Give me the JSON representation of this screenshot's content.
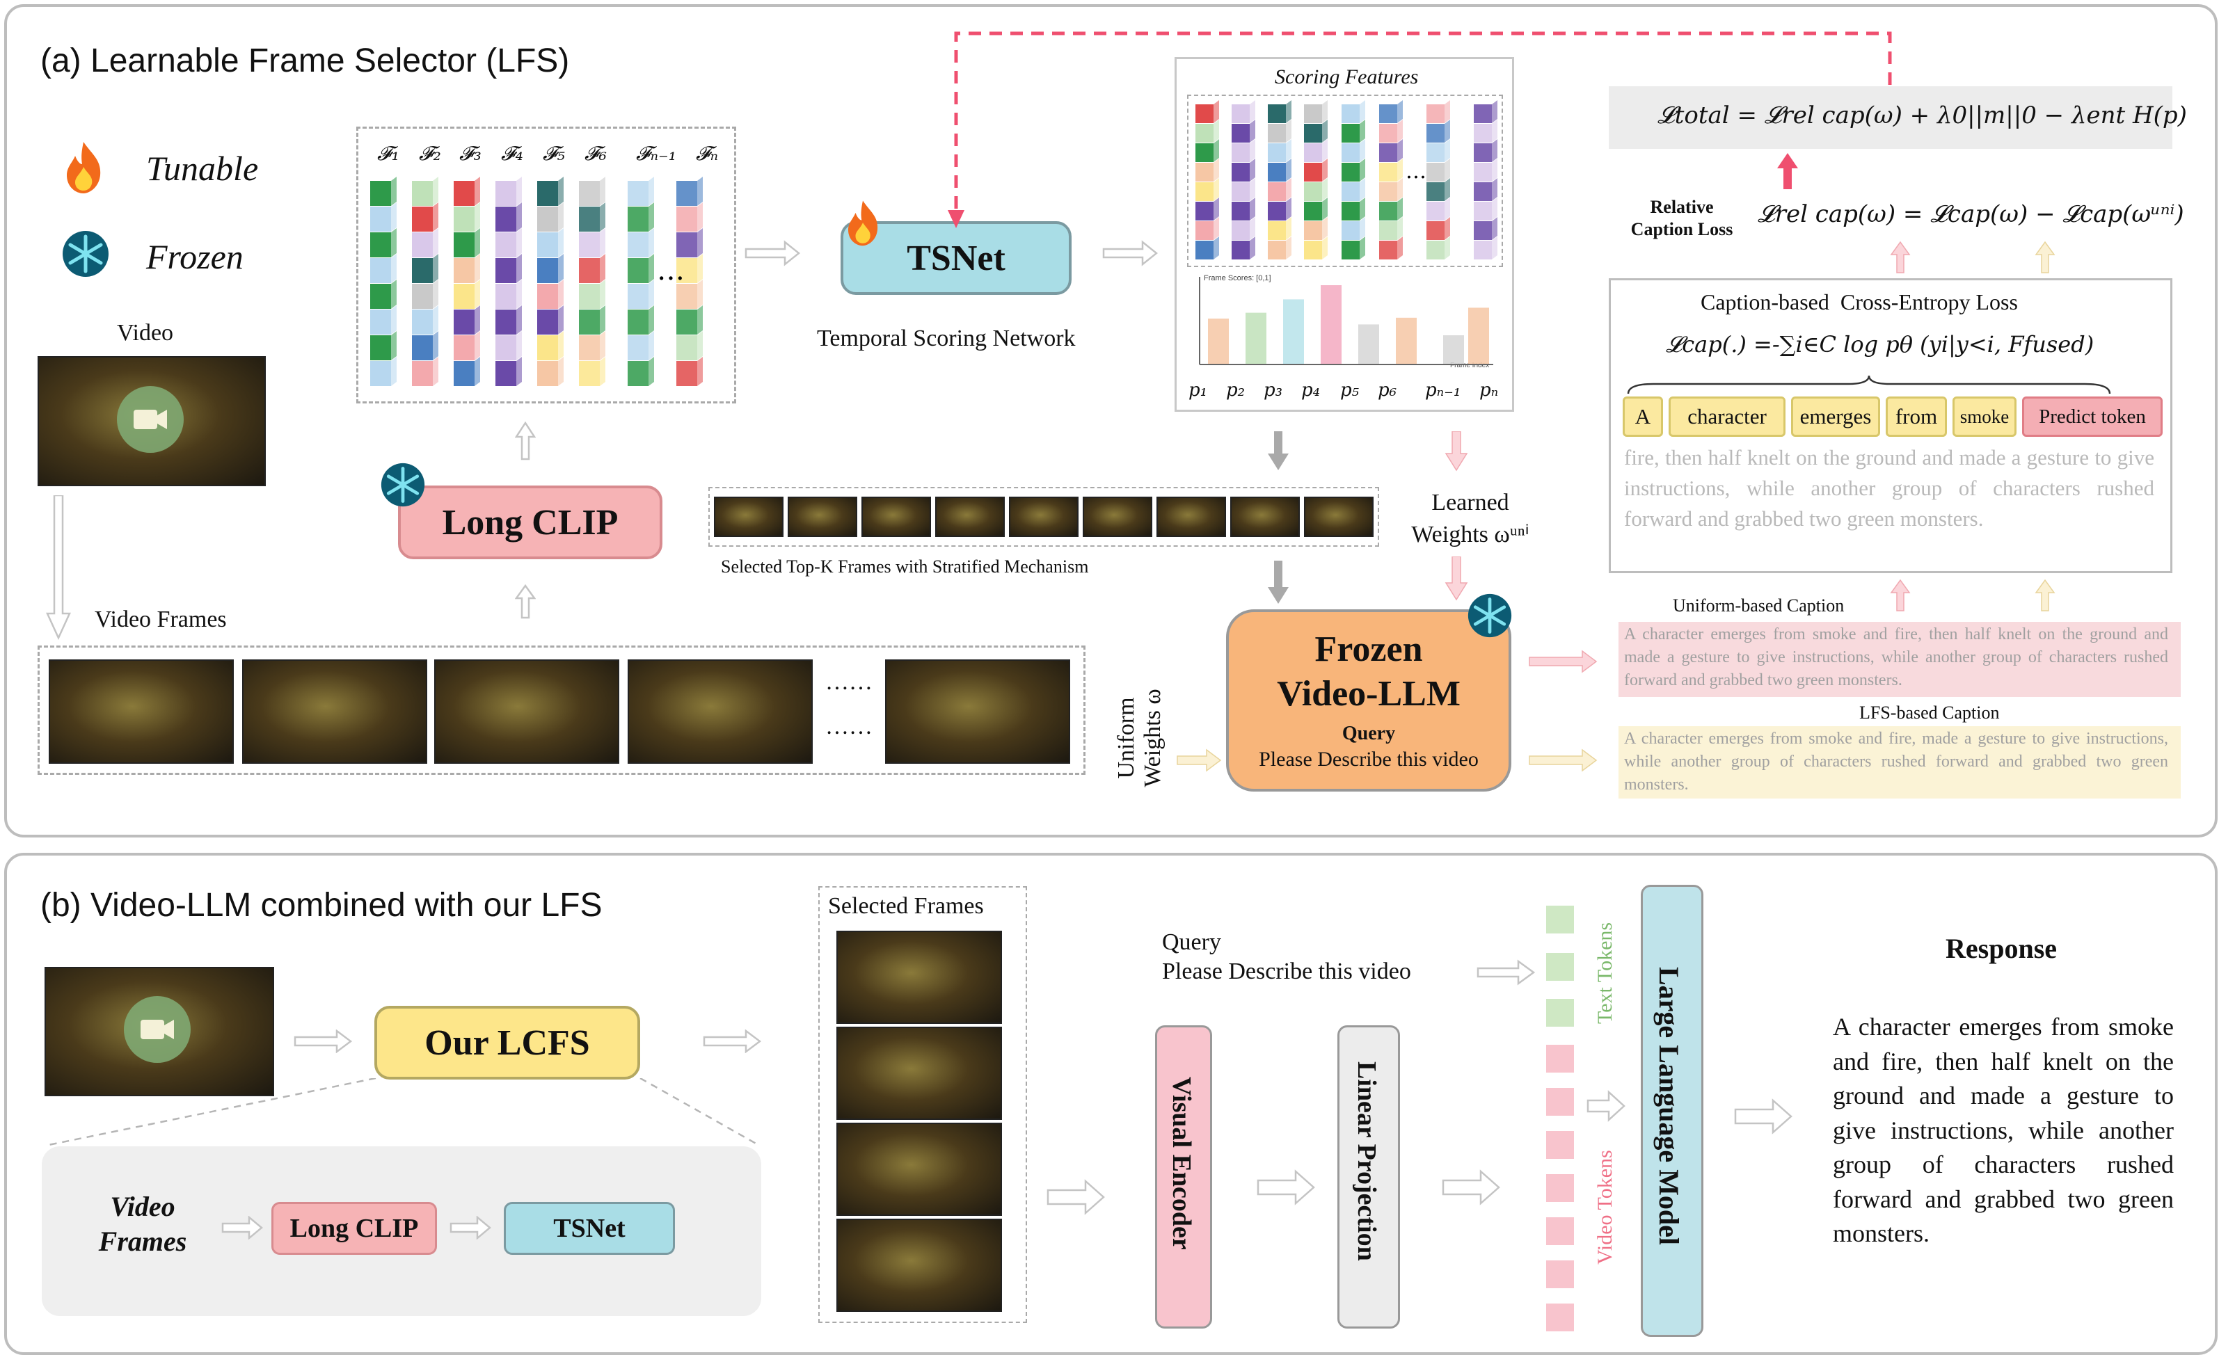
{
  "panel_a": {
    "title": "(a) Learnable Frame Selector (LFS)",
    "legend": {
      "tunable": "Tunable",
      "frozen": "Frozen"
    },
    "video_label": "Video",
    "video_frames_label": "Video Frames",
    "frame_features": [
      "𝓕₁",
      "𝓕₂",
      "𝓕₃",
      "𝓕₄",
      "𝓕₅",
      "𝓕₆",
      "𝓕ₙ₋₁",
      "𝓕ₙ"
    ],
    "long_clip": "Long CLIP",
    "tsnet": "TSNet",
    "tsnet_caption": "Temporal Scoring Network",
    "scoring_features_title": "Scoring Features",
    "frame_scores_axis": "Frame Scores: [0,1]",
    "frame_index_axis": "Frame Index",
    "score_labels": [
      "p₁",
      "p₂",
      "p₃",
      "p₄",
      "p₅",
      "p₆",
      "pₙ₋₁",
      "pₙ"
    ],
    "score_values": [
      0.55,
      0.62,
      0.78,
      0.95,
      0.48,
      0.56,
      0.35,
      0.68
    ],
    "selected_caption": "Selected Top-K Frames with Stratified Mechanism",
    "learned_weights": "Learned Weights ωᵘⁿⁱ",
    "uniform_weights": "Uniform Weights ω",
    "frozen_llm": [
      "Frozen",
      "Video-LLM"
    ],
    "query_label": "Query",
    "query_text": "Please Describe this video",
    "loss_total": "𝓛total = 𝓛rel cap(ω) + λ0||m||0 − λent H(p)",
    "relative_caption_loss": "Relative Caption Loss",
    "loss_rel": "𝓛rel cap(ω) = 𝓛cap(ω) − 𝓛cap(ωᵘⁿⁱ)",
    "ce_title": "Caption-based  Cross-Entropy Loss",
    "ce_formula": "𝓛cap(.) =-∑i∈C log pθ (yi|y<i, Ffused)",
    "tokens": [
      "A",
      "character",
      "emerges",
      "from",
      "smoke",
      "Predict token"
    ],
    "faded_caption": "fire, then half knelt on the ground and made a gesture to give instructions, while another group of characters rushed forward and grabbed two green monsters.",
    "uniform_caption_title": "Uniform-based Caption",
    "uniform_caption": "A character emerges from smoke and fire, then half knelt on the ground and made a gesture to give instructions, while another group of characters rushed forward and grabbed two green monsters.",
    "lfs_caption_title": "LFS-based Caption",
    "lfs_caption": "A character emerges from smoke and fire, made a gesture to give instructions, while another group of characters rushed forward and grabbed two green monsters.",
    "ellipsis": "……"
  },
  "panel_b": {
    "title": "(b) Video-LLM combined with our LFS",
    "our_lcfs": "Our LCFS",
    "video_frames_italic": [
      "Video",
      "Frames"
    ],
    "long_clip": "Long CLIP",
    "tsnet": "TSNet",
    "selected_frames": "Selected Frames",
    "query_label": "Query",
    "query_text": "Please Describe this video",
    "visual_encoder": "Visual Encoder",
    "linear_projection": "Linear Projection",
    "text_tokens": "Text Tokens",
    "video_tokens": "Video Tokens",
    "llm": "Large Language Model",
    "response_title": "Response",
    "response_text": "A character emerges from smoke and fire, then half knelt on the ground and made a gesture to give instructions, while another group of characters rushed forward and grabbed two green monsters."
  },
  "colors": {
    "long_clip": "#f6b3b5",
    "tsnet": "#a9dde6",
    "frozen_llm": "#f8b57a",
    "our_lcfs": "#fde68a",
    "visual_encoder": "#f8c4cd",
    "llm": "#bfe3ea",
    "dashed_feedback": "#ef4f6f",
    "token_yellow": "#fbe9a0",
    "token_red": "#f4aeb4"
  }
}
